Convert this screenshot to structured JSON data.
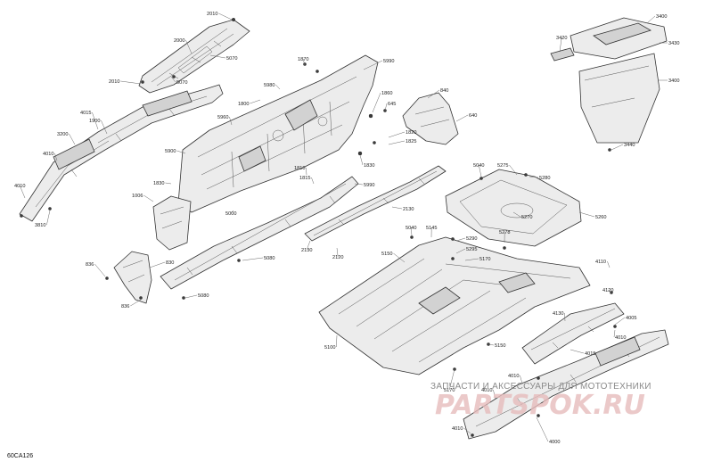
{
  "diagram": {
    "reference_code": "60CA126",
    "watermark": {
      "text": "ЗАПЧАСТИ И АКСЕССУАРЫ ДЛЯ МОТОТЕХНИКИ",
      "logo": "PARTSPOK.RU"
    },
    "callouts": [
      "2010",
      "2000",
      "5070",
      "2010",
      "5070",
      "1870",
      "5990",
      "5980",
      "1800",
      "4015",
      "1900",
      "5960",
      "3200",
      "5900",
      "4010",
      "4010",
      "3810",
      "1830",
      "1006",
      "5000",
      "1810",
      "1815",
      "5990",
      "5080",
      "5080",
      "836",
      "830",
      "836",
      "1860",
      "645",
      "1820",
      "1825",
      "1830",
      "840",
      "640",
      "3420",
      "3400",
      "3430",
      "3400",
      "3440",
      "5040",
      "5275",
      "5280",
      "5260",
      "5270",
      "5278",
      "2130",
      "2120",
      "2130",
      "5040",
      "5145",
      "5290",
      "5295",
      "5170",
      "5150",
      "5100",
      "4110",
      "4120",
      "4130",
      "4005",
      "4010",
      "4015",
      "5150",
      "5170",
      "4010",
      "4010",
      "4000",
      "4010"
    ]
  }
}
